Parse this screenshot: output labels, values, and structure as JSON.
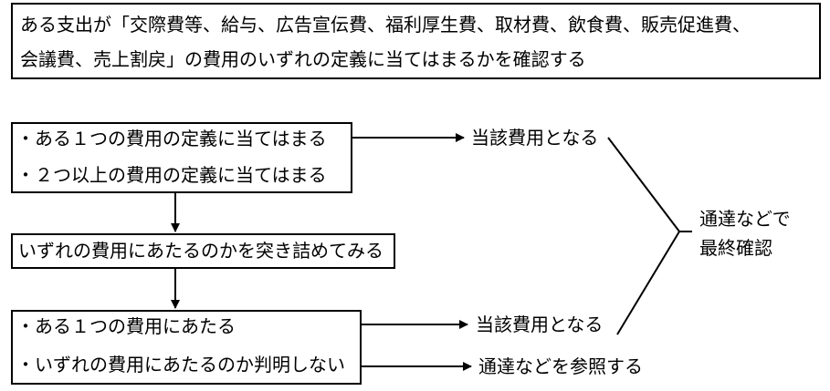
{
  "intro": {
    "line1": "ある支出が「交際費等、給与、広告宣伝費、福利厚生費、取材費、飲食費、販売促進費、",
    "line2": "会議費、売上割戻」の費用のいずれの定義に当てはまるかを確認する"
  },
  "box_definitions": {
    "item1": "・ある１つの費用の定義に当てはまる",
    "item2": "・２つ以上の費用の定義に当てはまる"
  },
  "box_investigate": {
    "text": "いずれの費用にあたるのかを突き詰めてみる"
  },
  "box_result": {
    "item1": "・ある１つの費用にあたる",
    "item2": "・いずれの費用にあたるのか判明しない"
  },
  "outcomes": {
    "top": "当該費用となる",
    "middle": "当該費用となる",
    "bottom": "通達などを参照する"
  },
  "final_check": {
    "line1": "通達などで",
    "line2": "最終確認"
  }
}
